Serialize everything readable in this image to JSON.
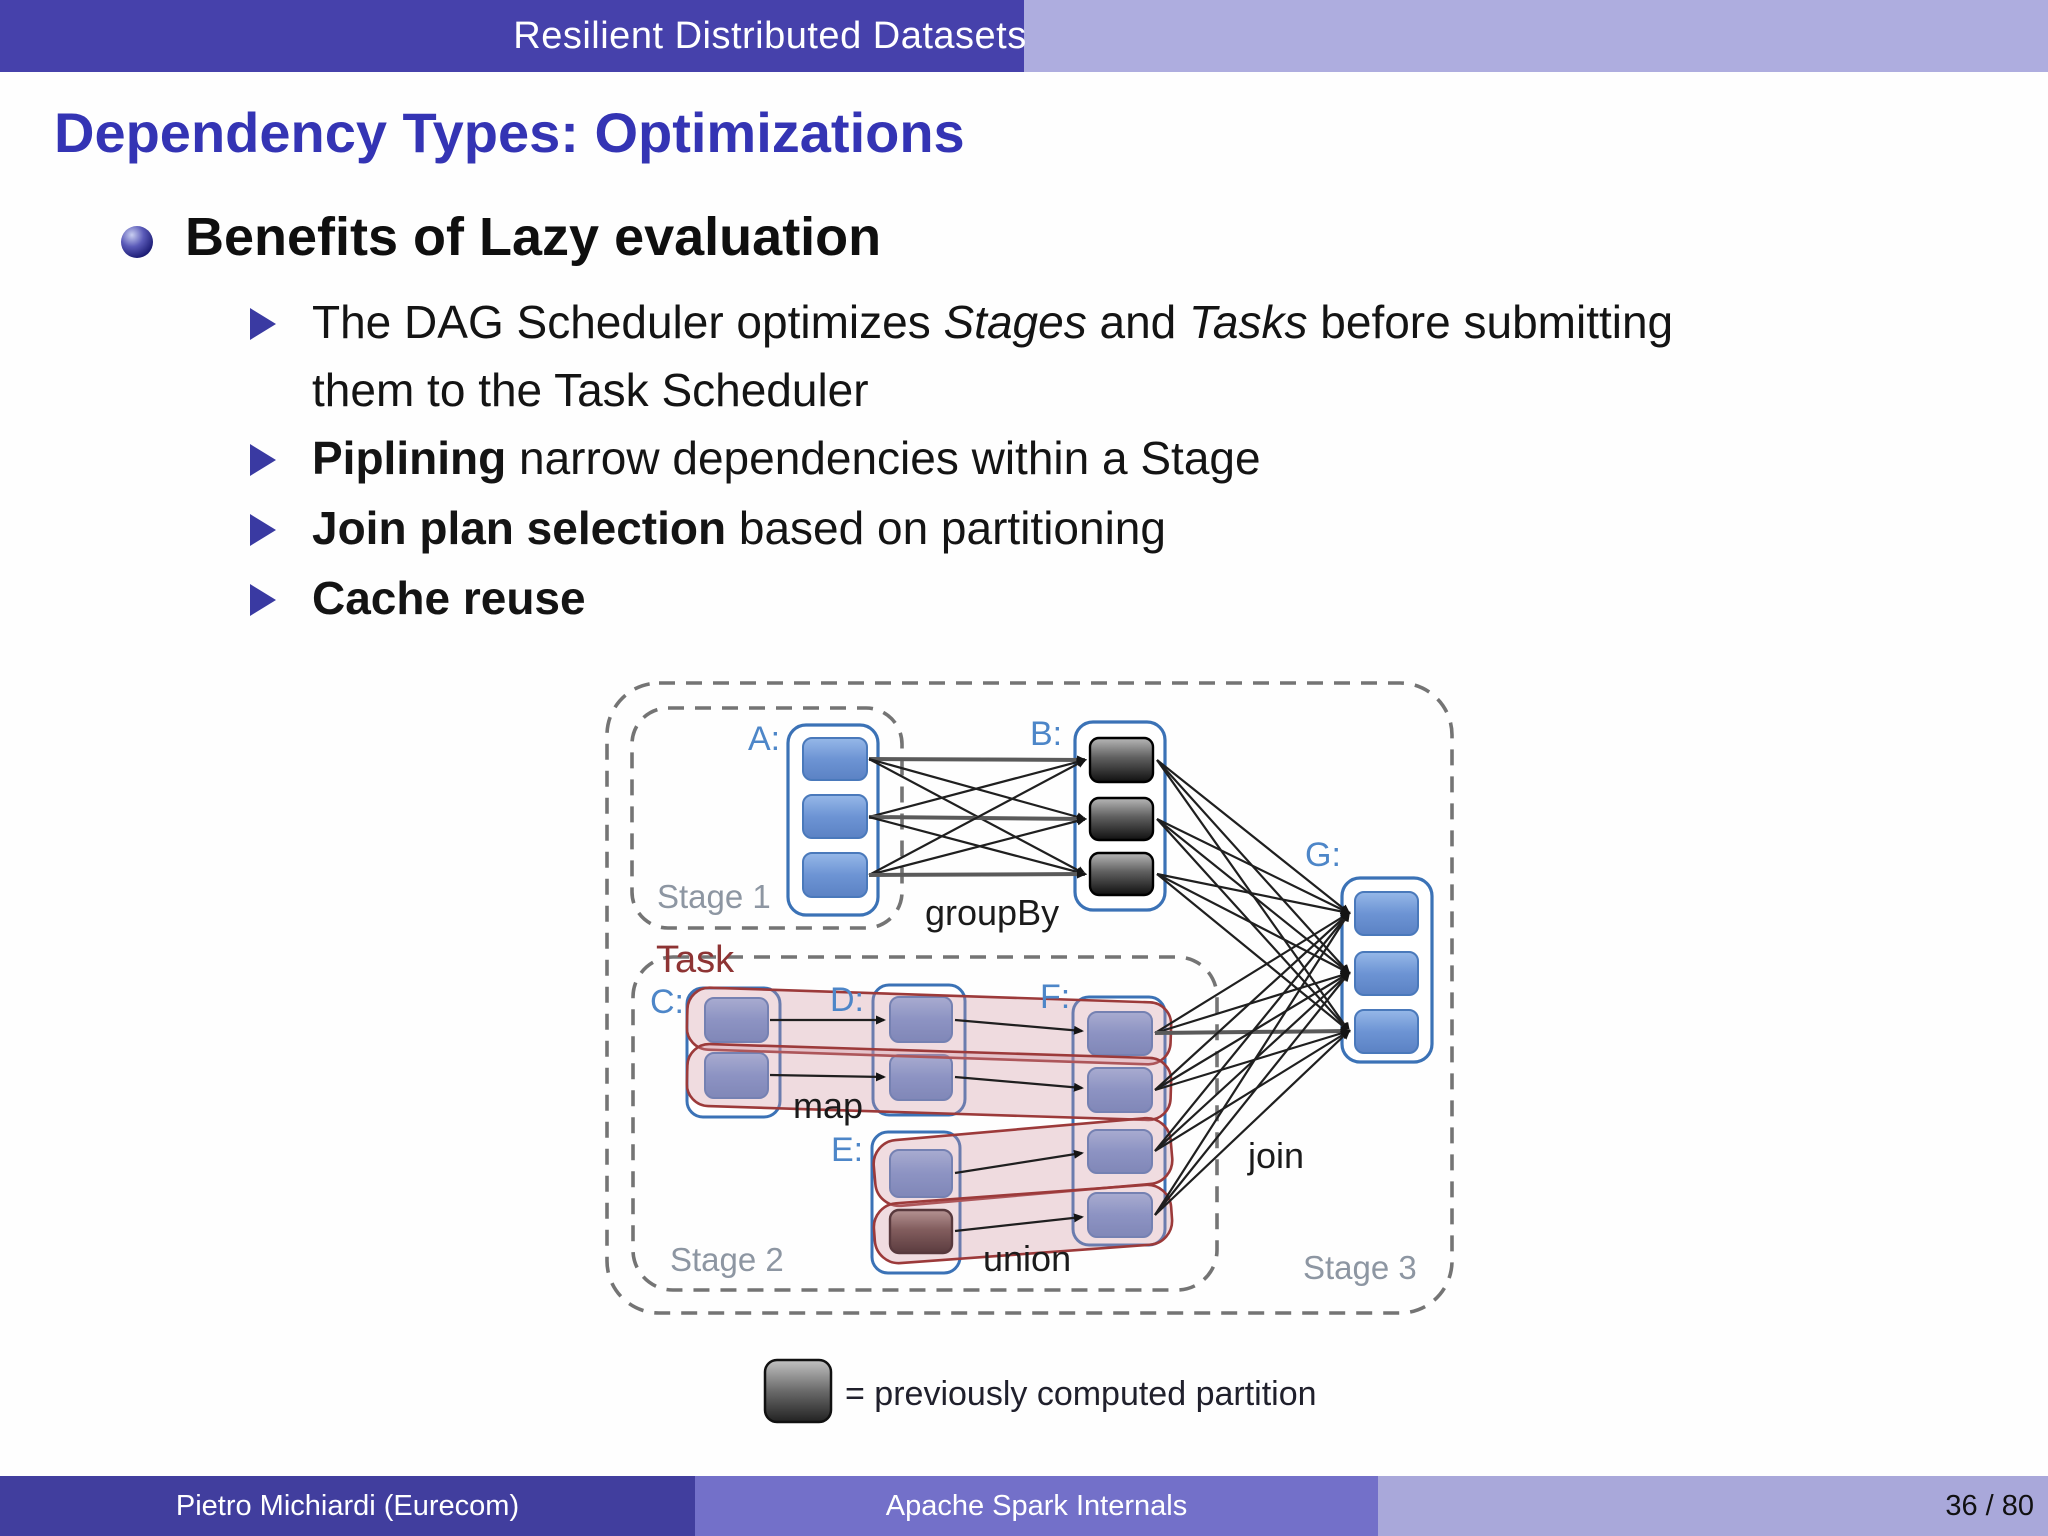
{
  "header": {
    "section_title": "Resilient Distributed Datasets"
  },
  "slide": {
    "title": "Dependency Types: Optimizations",
    "bullet": "Benefits of Lazy evaluation",
    "items": [
      {
        "parts": [
          {
            "t": "The DAG Scheduler optimizes "
          },
          {
            "t": "Stages",
            "s": "i"
          },
          {
            "t": " and "
          },
          {
            "t": "Tasks",
            "s": "i"
          },
          {
            "t": " before submitting"
          }
        ],
        "line2": "them to the Task Scheduler"
      },
      {
        "parts": [
          {
            "t": "Piplining",
            "s": "b"
          },
          {
            "t": " narrow dependencies within a Stage"
          }
        ]
      },
      {
        "parts": [
          {
            "t": "Join plan selection",
            "s": "b"
          },
          {
            "t": " based on partitioning"
          }
        ]
      },
      {
        "parts": [
          {
            "t": "Cache reuse",
            "s": "b"
          }
        ]
      }
    ]
  },
  "diagram": {
    "rdd_labels": {
      "a": "A:",
      "b": "B:",
      "c": "C:",
      "d": "D:",
      "e": "E:",
      "f": "F:",
      "g": "G:"
    },
    "stage_labels": {
      "stage1": "Stage 1",
      "stage2": "Stage 2",
      "stage3": "Stage 3"
    },
    "task_label": "Task",
    "op_labels": {
      "groupby": "groupBy",
      "map": "map",
      "union": "union",
      "join": "join"
    },
    "legend_text": "= previously computed partition"
  },
  "footer": {
    "author": "Pietro Michiardi  (Eurecom)",
    "deck_title": "Apache Spark Internals",
    "page": "36 / 80"
  },
  "colors": {
    "header_dark": "#4641ab",
    "header_light": "#aeaddf",
    "footer_author_bg": "#413e9e",
    "footer_title_bg": "#7370c9",
    "footer_page_bg": "#a9a8da",
    "slide_title_blue": "#3434b4",
    "rdd_label_blue": "#4d86c8",
    "stage_label_gray": "#8d96a2",
    "task_red": "#8e3434",
    "partition_blue": "#6d94d4",
    "partition_dark": "#2b2b2b",
    "pipeline_pink": "#e8c7cb",
    "pipeline_border": "#9c3a3a",
    "dashed_gray": "#747474"
  }
}
